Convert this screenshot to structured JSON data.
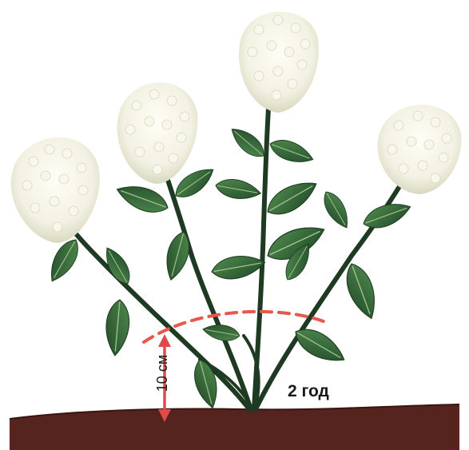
{
  "labels": {
    "year": "2 год",
    "height": "10 см"
  },
  "colors": {
    "soil": "#55241e",
    "soil_edge": "#3b1510",
    "stem": "#1f3a22",
    "leaf": "#2f5e34",
    "leaf_light": "#4f8a4d",
    "flower": "#f4f2e4",
    "flower_shade": "#d9dbc2",
    "cut_line": "#e8564c",
    "arrow": "#e04a4a"
  },
  "icons": {
    "flowers": "hydrangea-flower-head",
    "leaves": "hydrangea-leaf",
    "arrow": "double-headed-vertical-arrow"
  }
}
